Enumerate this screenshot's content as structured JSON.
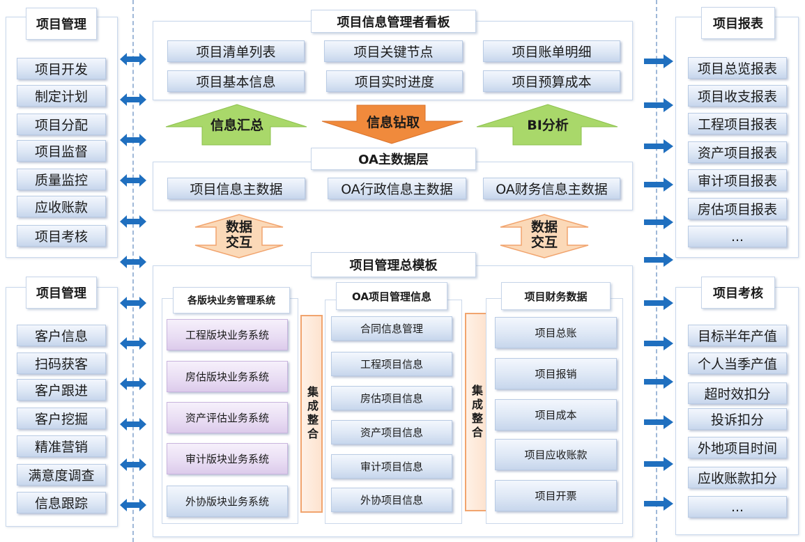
{
  "left_top": {
    "title": "项目管理",
    "items": [
      "项目开发",
      "制定计划",
      "项目分配",
      "项目监督",
      "质量监控",
      "应收账款",
      "项目考核"
    ]
  },
  "left_bottom": {
    "title": "项目管理",
    "items": [
      "客户信息",
      "扫码获客",
      "客户跟进",
      "客户挖掘",
      "精准营销",
      "满意度调查",
      "信息跟踪"
    ]
  },
  "right_top": {
    "title": "项目报表",
    "items": [
      "项目总览报表",
      "项目收支报表",
      "工程项目报表",
      "资产项目报表",
      "审计项目报表",
      "房估项目报表",
      "..."
    ]
  },
  "right_bottom": {
    "title": "项目考核",
    "items": [
      "目标半年产值",
      "个人当季产值",
      "超时效扣分",
      "投诉扣分",
      "外地项目时间",
      "应收账款扣分",
      "..."
    ]
  },
  "kanban": {
    "title": "项目信息管理者看板",
    "items": [
      "项目清单列表",
      "项目关键节点",
      "项目账单明细",
      "项目基本信息",
      "项目实时进度",
      "项目预算成本"
    ]
  },
  "flow_arrows": {
    "summary": "信息汇总",
    "drill": "信息钻取",
    "bi": "BI分析"
  },
  "oa_master": {
    "title": "OA主数据层",
    "items": [
      "项目信息主数据",
      "OA行政信息主数据",
      "OA财务信息主数据"
    ]
  },
  "exchange": {
    "left": [
      "数据",
      "交互"
    ],
    "right": [
      "数据",
      "交互"
    ]
  },
  "template": {
    "title": "项目管理总模板",
    "business": {
      "title": "各版块业务管理系统",
      "items": [
        "工程版块业务系统",
        "房估版块业务系统",
        "资产评估业务系统",
        "审计版块业务系统",
        "外协版块业务系统"
      ]
    },
    "oa_project": {
      "title": "OA项目管理信息",
      "items": [
        "合同信息管理",
        "工程项目信息",
        "房估项目信息",
        "资产项目信息",
        "审计项目信息",
        "外协项目信息"
      ]
    },
    "finance": {
      "title": "项目财务数据",
      "items": [
        "项目总账",
        "项目报销",
        "项目成本",
        "项目应收账款",
        "项目开票"
      ]
    },
    "integration_left": "集成整合",
    "integration_right": "集成整合"
  },
  "colors": {
    "blue_arrow": "#1f6fbf",
    "green_arrow": "#a9d86a",
    "orange_arrow": "#f08a3c",
    "peach_arrow": "#f7c79b"
  }
}
